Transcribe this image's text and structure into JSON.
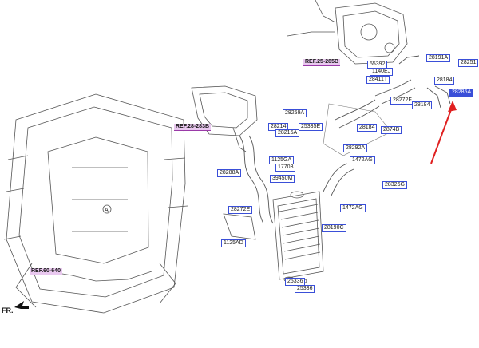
{
  "labels": {
    "l_28191A": "28191A",
    "l_28251": "28251",
    "l_55392": "55392",
    "l_1140EJ": "1140EJ",
    "l_28411T": "28411T",
    "l_28184a": "28184",
    "l_28285A": "28285A",
    "l_28272F": "28272F",
    "l_28184b": "28184",
    "l_28184c": "28184",
    "l_28274B": "2874B",
    "l_28292A": "28292A",
    "l_28259A": "28259A",
    "l_28214": "28214",
    "l_28215A": "28215A",
    "l_25335E": "25335E",
    "l_1125GA": "1125GA",
    "l_17703": "17703",
    "l_39450M": "39450M",
    "l_28288A": "28288A",
    "l_28272E": "28272E",
    "l_1125AD": "1125AD",
    "l_1472AGa": "1472AG",
    "l_28326G": "28326G",
    "l_1472AGb": "1472AG",
    "l_28190C": "28190C",
    "l_25336a": "25336",
    "l_25336b": "25336"
  },
  "refs": {
    "r_25285B": "REF.25-285B",
    "r_28283B": "REF.28-283B",
    "r_60640": "REF.60-640"
  },
  "misc": {
    "fr_label": "FR.",
    "circle_a": "A"
  },
  "colors": {
    "label_border": "#3a4fd8",
    "selected_fill": "#3a4fd8",
    "ref_fill": "#e9c8ef",
    "arrow_red": "#e02020",
    "line": "#555555"
  }
}
